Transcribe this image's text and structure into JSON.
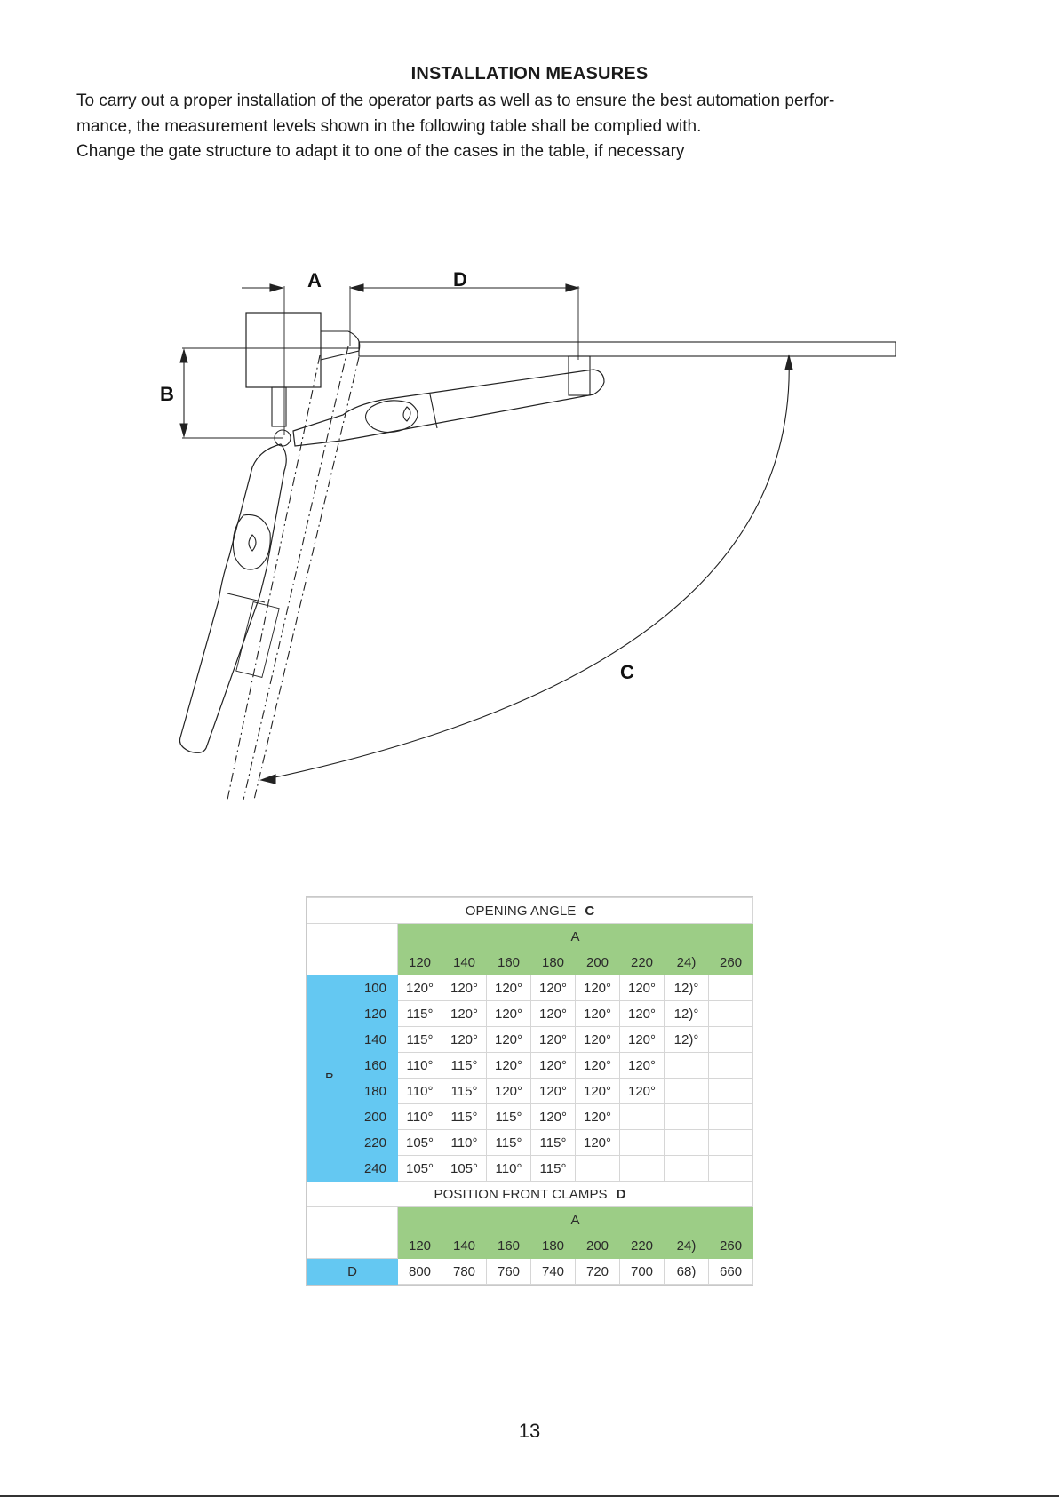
{
  "header": {
    "title": "INSTALLATION MEASURES"
  },
  "intro": {
    "line1": "To carry out a proper installation of the operator parts as well as to ensure the best automation perfor-",
    "line2": "mance, the measurement levels shown in the following table shall be complied with.",
    "line3": "Change the gate structure to adapt it to one of the cases in the table, if necessary"
  },
  "diagram": {
    "labels": {
      "a": "A",
      "d": "D",
      "b": "B",
      "c": "C"
    }
  },
  "opening_table": {
    "title": "OPENING ANGLE",
    "title_symbol": "C",
    "col_group": "A",
    "row_group": "B",
    "columns": [
      "120",
      "140",
      "160",
      "180",
      "200",
      "220",
      "24)",
      "260"
    ],
    "rows": [
      {
        "b": "100",
        "cells": [
          "120°",
          "120°",
          "120°",
          "120°",
          "120°",
          "120°",
          "12)°",
          ""
        ]
      },
      {
        "b": "120",
        "cells": [
          "115°",
          "120°",
          "120°",
          "120°",
          "120°",
          "120°",
          "12)°",
          ""
        ]
      },
      {
        "b": "140",
        "cells": [
          "115°",
          "120°",
          "120°",
          "120°",
          "120°",
          "120°",
          "12)°",
          ""
        ]
      },
      {
        "b": "160",
        "cells": [
          "110°",
          "115°",
          "120°",
          "120°",
          "120°",
          "120°",
          "",
          ""
        ]
      },
      {
        "b": "180",
        "cells": [
          "110°",
          "115°",
          "120°",
          "120°",
          "120°",
          "120°",
          "",
          ""
        ]
      },
      {
        "b": "200",
        "cells": [
          "110°",
          "115°",
          "115°",
          "120°",
          "120°",
          "",
          "",
          ""
        ]
      },
      {
        "b": "220",
        "cells": [
          "105°",
          "110°",
          "115°",
          "115°",
          "120°",
          "",
          "",
          ""
        ]
      },
      {
        "b": "240",
        "cells": [
          "105°",
          "105°",
          "110°",
          "115°",
          "",
          "",
          "",
          ""
        ]
      }
    ]
  },
  "clamps_table": {
    "title": "POSITION FRONT CLAMPS",
    "title_symbol": "D",
    "col_group": "A",
    "columns": [
      "120",
      "140",
      "160",
      "180",
      "200",
      "220",
      "24)",
      "260"
    ],
    "row_label": "D",
    "values": [
      "800",
      "780",
      "760",
      "740",
      "720",
      "700",
      "68)",
      "660"
    ]
  },
  "footer": {
    "page_number": "13"
  },
  "colors": {
    "header_green": "#9ccd86",
    "label_blue": "#64c8f2"
  }
}
